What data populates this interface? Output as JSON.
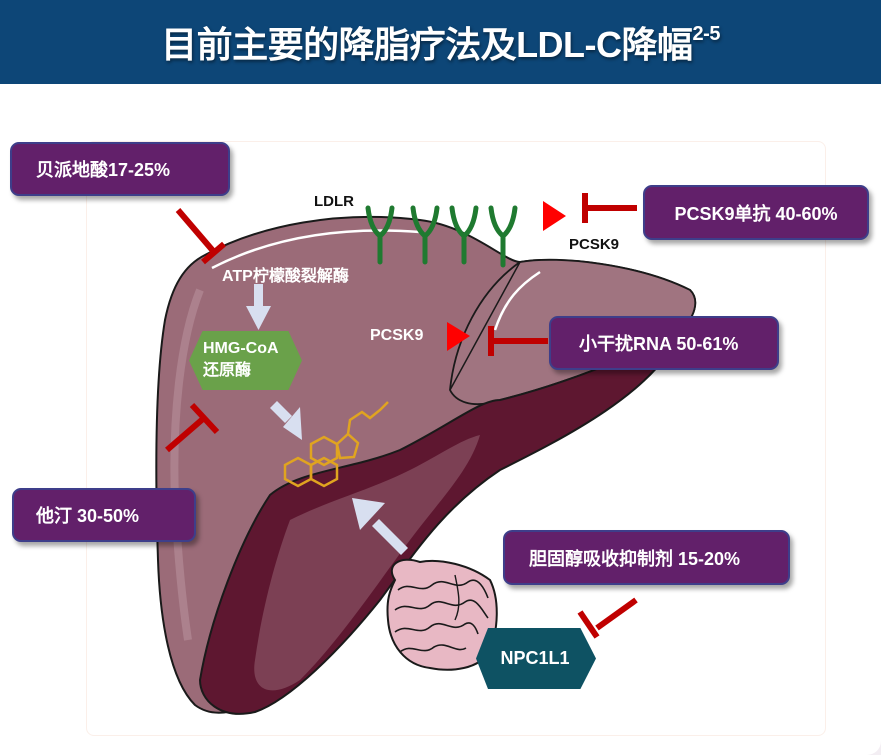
{
  "header": {
    "title": "目前主要的降脂疗法及LDL-C降幅",
    "superscript": "2-5"
  },
  "labels": {
    "ldlr": "LDLR",
    "pcsk9_top": "PCSK9",
    "pcsk9_inner": "PCSK9",
    "atp_enzyme": "ATP柠檬酸裂解酶",
    "hmg_line1": "HMG-CoA",
    "hmg_line2": "还原酶",
    "npc1l1": "NPC1L1"
  },
  "therapies": [
    {
      "name": "贝派地酸",
      "range": "17-25%",
      "label": "贝派地酸17-25%"
    },
    {
      "name": "PCSK9单抗",
      "range": "40-60%",
      "label": "PCSK9单抗 40-60%"
    },
    {
      "name": "小干扰RNA",
      "range": "50-61%",
      "label": "小干扰RNA 50-61%"
    },
    {
      "name": "他汀",
      "range": "30-50%",
      "label": "他汀 30-50%"
    },
    {
      "name": "胆固醇吸收抑制剂",
      "range": "15-20%",
      "label": "胆固醇吸收抑制剂 15-20%"
    }
  ],
  "colors": {
    "header_bg": "#0d4677",
    "callout_bg": "#62206a",
    "callout_border": "#3e3e8a",
    "inhibitor_red": "#c00000",
    "pcsk9_triangle": "#ff0000",
    "receptor_green": "#1f7a30",
    "liver_main": "#9b6b78",
    "liver_dark": "#5e1730",
    "hmg_green": "#6aa14a",
    "npc1l1_teal": "#0e5263",
    "cholesterol_gold": "#e0a420",
    "arrow_light": "#d8dff0"
  }
}
